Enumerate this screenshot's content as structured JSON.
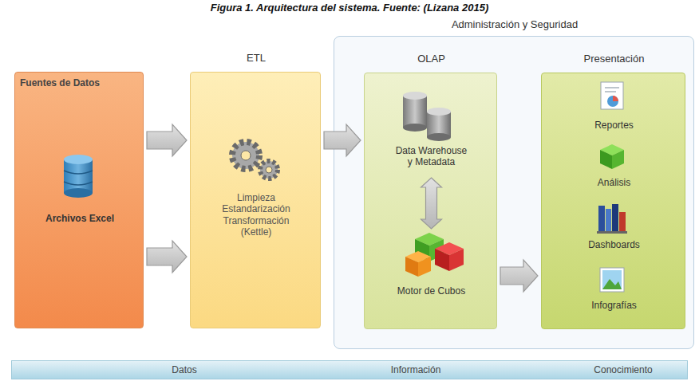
{
  "diagram": {
    "title": "Figura 1. Arquitectura del sistema. Fuente: (Lizana 2015)",
    "nodes": [
      {
        "text": [
          "Fuentes de Datos",
          "Archivos Excel"
        ]
      },
      {
        "text": [
          "ETL",
          "Limpieza Estandarización Transformación (Kettle)"
        ]
      },
      {
        "text": [
          "Administración y Seguridad"
        ]
      },
      {
        "text": [
          "OLAP"
        ],
        "in": 2
      },
      {
        "text": [
          "Data Warehouse y Metadata"
        ],
        "in": 3
      },
      {
        "text": [
          "Motor de Cubos"
        ],
        "in": 3
      },
      {
        "text": [
          "Presentación"
        ],
        "in": 2
      },
      {
        "text": [
          "Reportes"
        ],
        "in": 6
      },
      {
        "text": [
          "Análisis"
        ],
        "in": 6
      },
      {
        "text": [
          "Dashboards"
        ],
        "in": 6
      },
      {
        "text": [
          "Infografías"
        ],
        "in": 6
      },
      {
        "text": [
          "Datos",
          "Información",
          "Conocimiento"
        ]
      }
    ],
    "edges": [
      {
        "from": 0,
        "to": 1,
        "arrow": "to"
      },
      {
        "from": 0,
        "to": 1,
        "arrow": "to"
      },
      {
        "from": 1,
        "to": 3,
        "arrow": "to"
      },
      {
        "from": 4,
        "to": 5,
        "arrow": "both"
      },
      {
        "from": 3,
        "to": 6,
        "arrow": "to"
      }
    ]
  }
}
